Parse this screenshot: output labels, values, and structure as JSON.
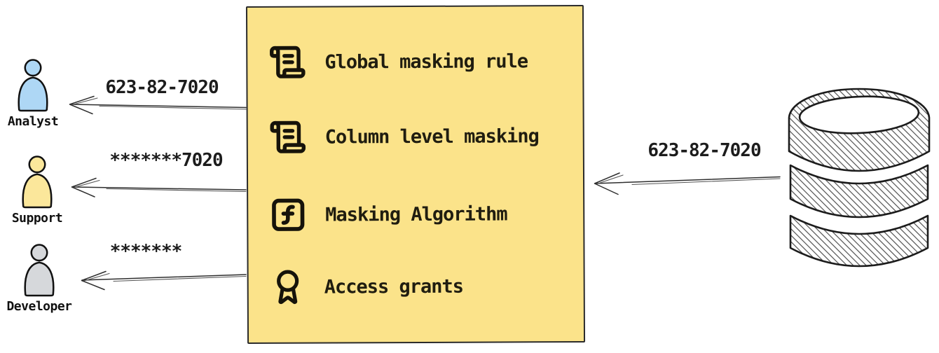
{
  "users": [
    {
      "name": "Analyst",
      "received_value": "623-82-7020",
      "color": "#aed7f5"
    },
    {
      "name": "Support",
      "received_value": "*******7020",
      "color": "#fbe79b"
    },
    {
      "name": "Developer",
      "received_value": "*******",
      "color": "#d6d8db"
    }
  ],
  "masking_box": {
    "background": "#fbe38a",
    "border_color": "#2b2b2b",
    "items": [
      {
        "icon": "scroll-text-icon",
        "label": "Global masking rule"
      },
      {
        "icon": "scroll-text-icon",
        "label": "Column level masking"
      },
      {
        "icon": "function-square-icon",
        "label": "Masking Algorithm"
      },
      {
        "icon": "award-icon",
        "label": "Access grants"
      }
    ]
  },
  "database": {
    "icon": "database-icon",
    "source_value": "623-82-7020"
  }
}
